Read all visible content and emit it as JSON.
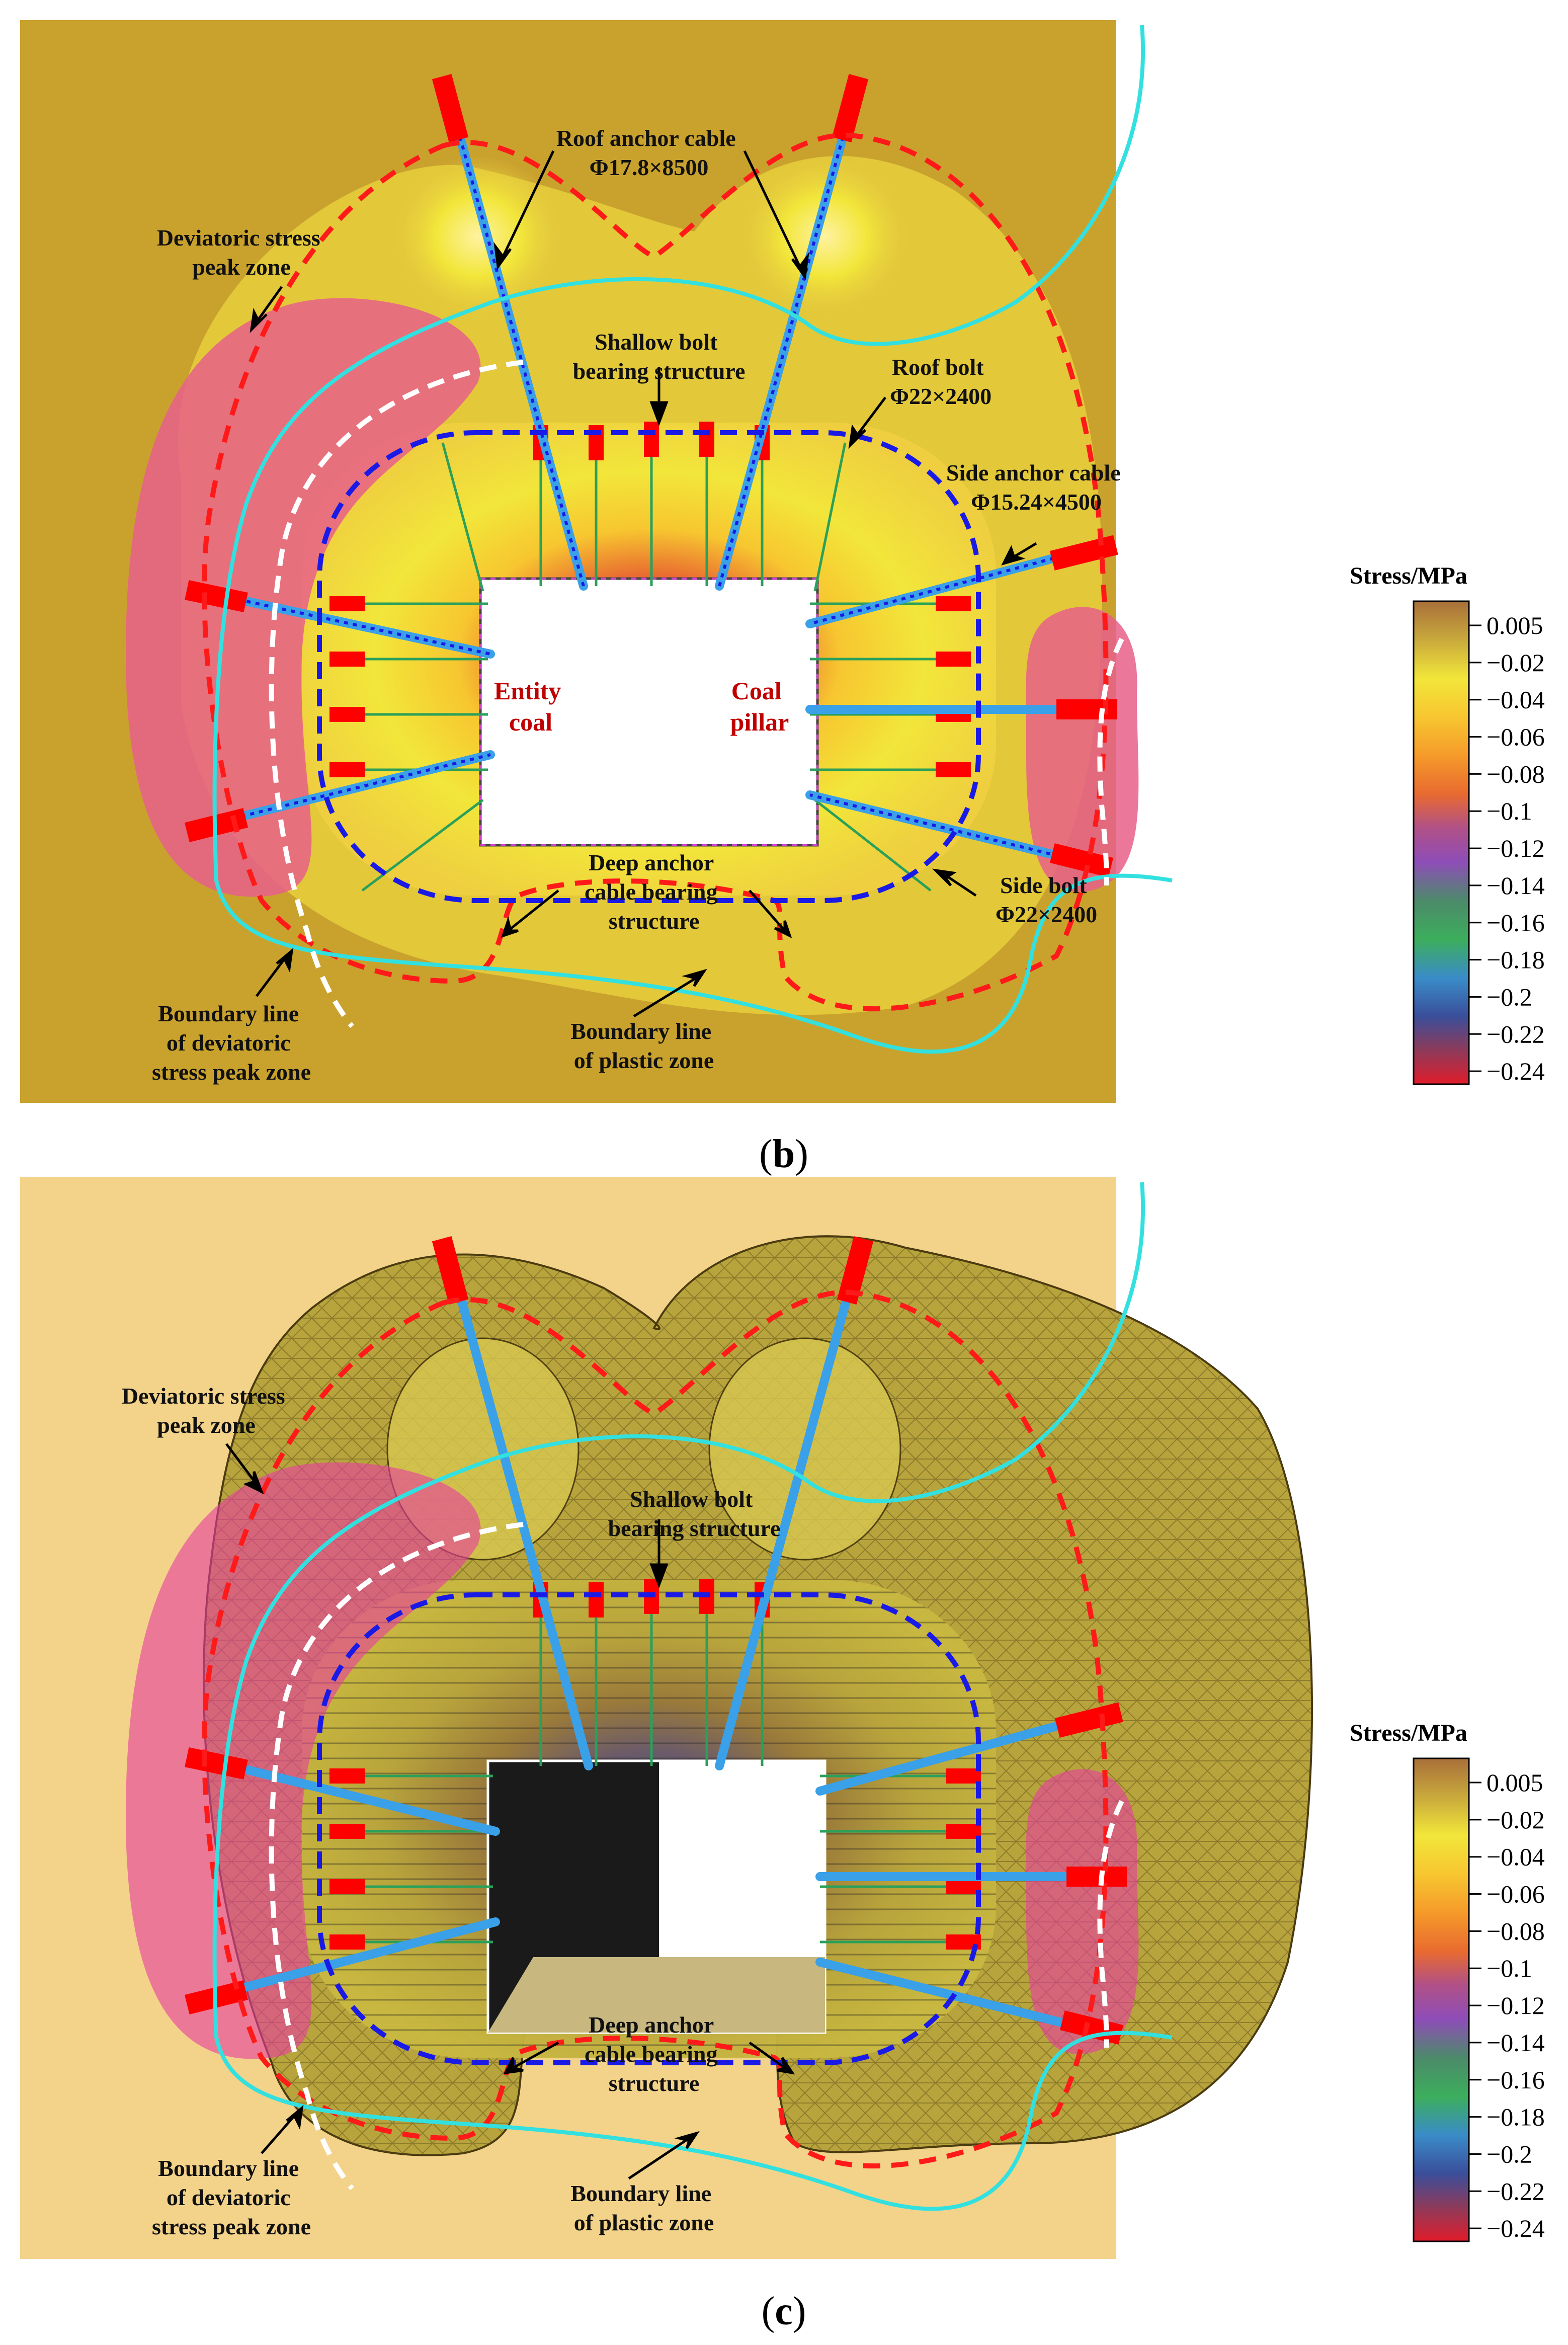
{
  "panels": [
    {
      "id": "b",
      "caption": "(b)",
      "caption_letter": "b",
      "labels": {
        "roof_anchor_cable": [
          "Roof anchor cable",
          "Φ17.8×8500"
        ],
        "deviatoric_peak_zone": [
          "Deviatoric stress",
          "peak zone"
        ],
        "shallow_bolt": [
          "Shallow bolt",
          "bearing structure"
        ],
        "roof_bolt": [
          "Roof bolt",
          "Φ22×2400"
        ],
        "side_anchor_cable": [
          "Side anchor cable",
          "Φ15.24×4500"
        ],
        "entity_coal": [
          "Entity",
          "coal"
        ],
        "coal_pillar": [
          "Coal",
          "pillar"
        ],
        "deep_anchor": [
          "Deep anchor",
          "cable bearing",
          "structure"
        ],
        "side_bolt": [
          "Side bolt",
          "Φ22×2400"
        ],
        "boundary_deviatoric": [
          "Boundary line",
          "of deviatoric",
          "stress peak zone"
        ],
        "boundary_plastic": [
          "Boundary line",
          "of plastic zone"
        ]
      }
    },
    {
      "id": "c",
      "caption": "(c)",
      "caption_letter": "c",
      "labels": {
        "deviatoric_peak_zone": [
          "Deviatoric stress",
          "peak zone"
        ],
        "shallow_bolt": [
          "Shallow bolt",
          "bearing structure"
        ],
        "deep_anchor": [
          "Deep anchor",
          "cable bearing",
          "structure"
        ],
        "boundary_deviatoric": [
          "Boundary line",
          "of deviatoric",
          "stress peak zone"
        ],
        "boundary_plastic": [
          "Boundary line",
          "of plastic zone"
        ]
      }
    }
  ],
  "legend": {
    "title": "Stress/MPa",
    "ticks": [
      "0.005",
      "−0.02",
      "−0.04",
      "−0.06",
      "−0.08",
      "−0.1",
      "−0.12",
      "−0.14",
      "−0.16",
      "−0.18",
      "−0.2",
      "−0.22",
      "−0.24"
    ],
    "colors": [
      "#a86f3a",
      "#c9a93c",
      "#f2e63a",
      "#f7c630",
      "#f59a2a",
      "#e86a30",
      "#b05088",
      "#8e4db8",
      "#4c8a6a",
      "#3cae5c",
      "#3a8cc8",
      "#3a4e9a",
      "#8e3a5a",
      "#e01c2a"
    ]
  },
  "colors": {
    "background_b": "#c9a22e",
    "background_c": "#f3d28a",
    "red_boundary": "#ff1a1a",
    "blue_boundary": "#1a1ae6",
    "cyan_line": "#33e0e0",
    "pink_zone": "#e8608a",
    "cable": "#3aa0e8",
    "bolt_head": "#ff0000",
    "bolt_rod": "#2aa05a"
  }
}
